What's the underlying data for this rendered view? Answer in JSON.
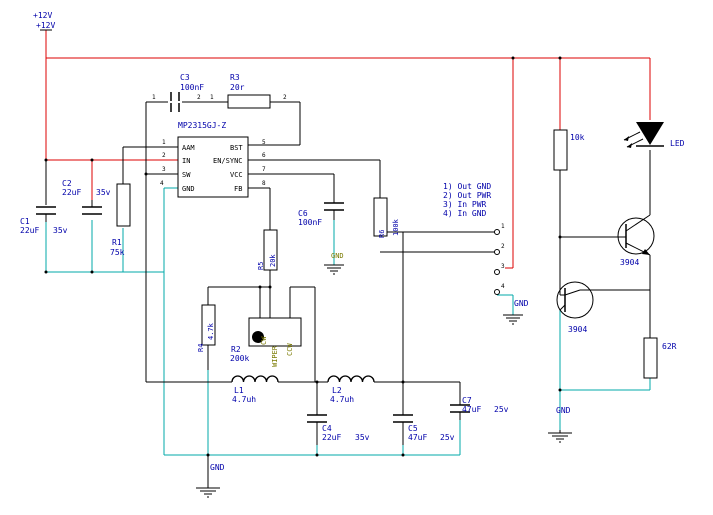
{
  "supply": {
    "label_top": "+12V",
    "label_sub": "+12V"
  },
  "ic": {
    "name": "MP2315GJ-Z",
    "left_pins": [
      {
        "num": "1",
        "name": "AAM"
      },
      {
        "num": "2",
        "name": "IN"
      },
      {
        "num": "3",
        "name": "SW"
      },
      {
        "num": "4",
        "name": "GND"
      }
    ],
    "right_pins": [
      {
        "num": "5",
        "name": "BST"
      },
      {
        "num": "6",
        "name": "EN/SYNC"
      },
      {
        "num": "7",
        "name": "VCC"
      },
      {
        "num": "8",
        "name": "FB"
      }
    ]
  },
  "components": {
    "c1": {
      "ref": "C1",
      "value": "22uF",
      "voltage": "35v"
    },
    "c2": {
      "ref": "C2",
      "value": "22uF",
      "voltage": "35v"
    },
    "c3": {
      "ref": "C3",
      "value": "100nF"
    },
    "c4": {
      "ref": "C4",
      "value": "22uF",
      "voltage": "35v"
    },
    "c5": {
      "ref": "C5",
      "value": "47uF",
      "voltage": "25v"
    },
    "c6": {
      "ref": "C6",
      "value": "100nF"
    },
    "c7": {
      "ref": "C7",
      "value": "47uF",
      "voltage": "25v"
    },
    "r1": {
      "ref": "R1",
      "value": "75k"
    },
    "r3": {
      "ref": "R3",
      "value": "20r"
    },
    "r4": {
      "ref": "R4",
      "value": "4.7k"
    },
    "r5": {
      "ref": "R5",
      "value": "20k"
    },
    "r6": {
      "ref": "R6",
      "value": "100k"
    },
    "r2": {
      "ref": "R2",
      "value": "200k",
      "wiper": "WIPER",
      "ccw": "CCW",
      "cw": "CW"
    },
    "l1": {
      "ref": "L1",
      "value": "4.7uh"
    },
    "l2": {
      "ref": "L2",
      "value": "4.7uh"
    },
    "r_10k": {
      "value": "10k"
    },
    "r_62r": {
      "value": "62R"
    },
    "q1": {
      "value": "3904"
    },
    "q2": {
      "value": "3904"
    },
    "led": {
      "label": "LED"
    }
  },
  "connector": {
    "legend": [
      "1) Out GND",
      "2) Out PWR",
      "3) In PWR",
      "4) In GND"
    ],
    "gnd_label": "GND"
  },
  "gnd_labels": {
    "main": "GND",
    "c6": "GND",
    "right": "GND"
  },
  "pin_numbers": {
    "one": "1",
    "two": "2",
    "three": "3",
    "four": "4"
  },
  "colors": {
    "wire_power": "#dd0000",
    "wire_ground": "#00aaaa",
    "wire": "#000000",
    "text": "#0000aa",
    "led_fill": "#000000"
  }
}
